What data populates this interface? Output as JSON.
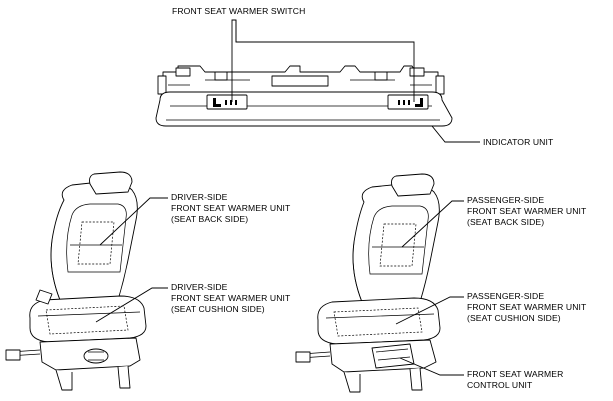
{
  "labels": {
    "switch": "FRONT SEAT WARMER SWITCH",
    "indicator": "INDICATOR UNIT",
    "driver_back": [
      "DRIVER-SIDE",
      "FRONT SEAT WARMER UNIT",
      "(SEAT BACK SIDE)"
    ],
    "driver_cushion": [
      "DRIVER-SIDE",
      "FRONT SEAT WARMER UNIT",
      "(SEAT CUSHION SIDE)"
    ],
    "passenger_back": [
      "PASSENGER-SIDE",
      "FRONT SEAT WARMER UNIT",
      "(SEAT BACK SIDE)"
    ],
    "passenger_cushion": [
      "PASSENGER-SIDE",
      "FRONT SEAT WARMER UNIT",
      "(SEAT CUSHION SIDE)"
    ],
    "control_unit": [
      "FRONT SEAT WARMER",
      "CONTROL UNIT"
    ]
  }
}
